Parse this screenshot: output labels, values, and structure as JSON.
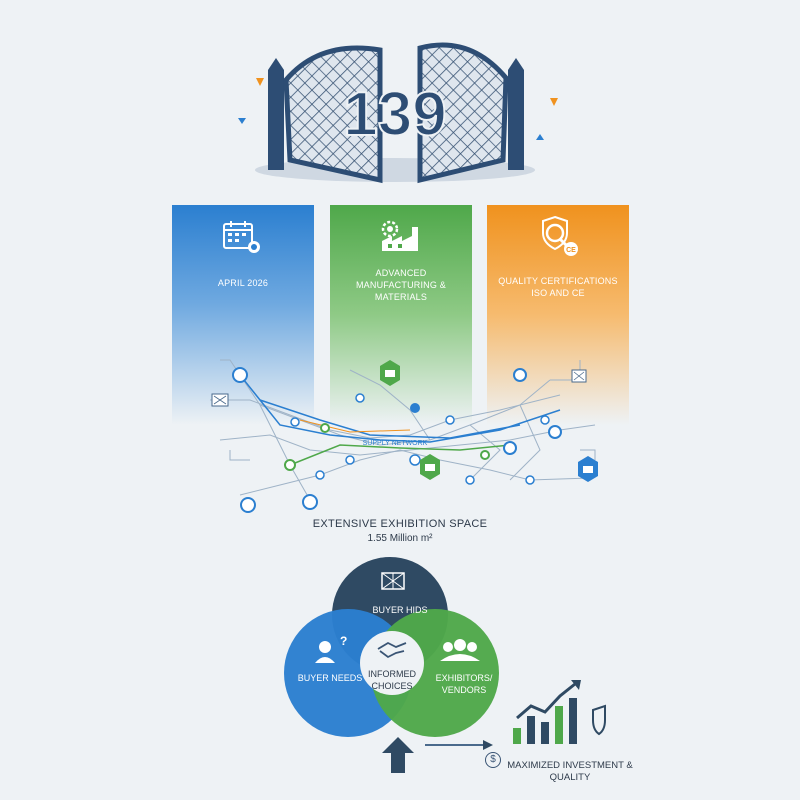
{
  "gate": {
    "number": "139"
  },
  "panels": [
    {
      "label": "APRIL 2026",
      "icon": "calendar-icon",
      "color": "#2b7fd0"
    },
    {
      "label": "ADVANCED MANUFACTURING & MATERIALS",
      "icon": "factory-icon",
      "color": "#4fa84a"
    },
    {
      "label": "QUALITY CERTIFICATIONS ISO AND CE",
      "icon": "certification-icon",
      "color": "#f0921e"
    }
  ],
  "network": {
    "center_label": "SUPPLY NETWORK"
  },
  "exhibition": {
    "title": "EXTENSIVE EXHIBITION SPACE",
    "size": "1.55 Million m²"
  },
  "venn": {
    "top": "BUYER HIDS",
    "left": "BUYER NEEDS",
    "right": "EXHIBITORS/ VENDORS",
    "center": "INFORMED CHOICES",
    "colors": {
      "top": "#2f4a63",
      "left": "#2b7fd0",
      "right": "#4fa84a"
    }
  },
  "outcome": {
    "label": "MAXIMIZED INVESTMENT & QUALITY",
    "currency_symbol": "$"
  }
}
